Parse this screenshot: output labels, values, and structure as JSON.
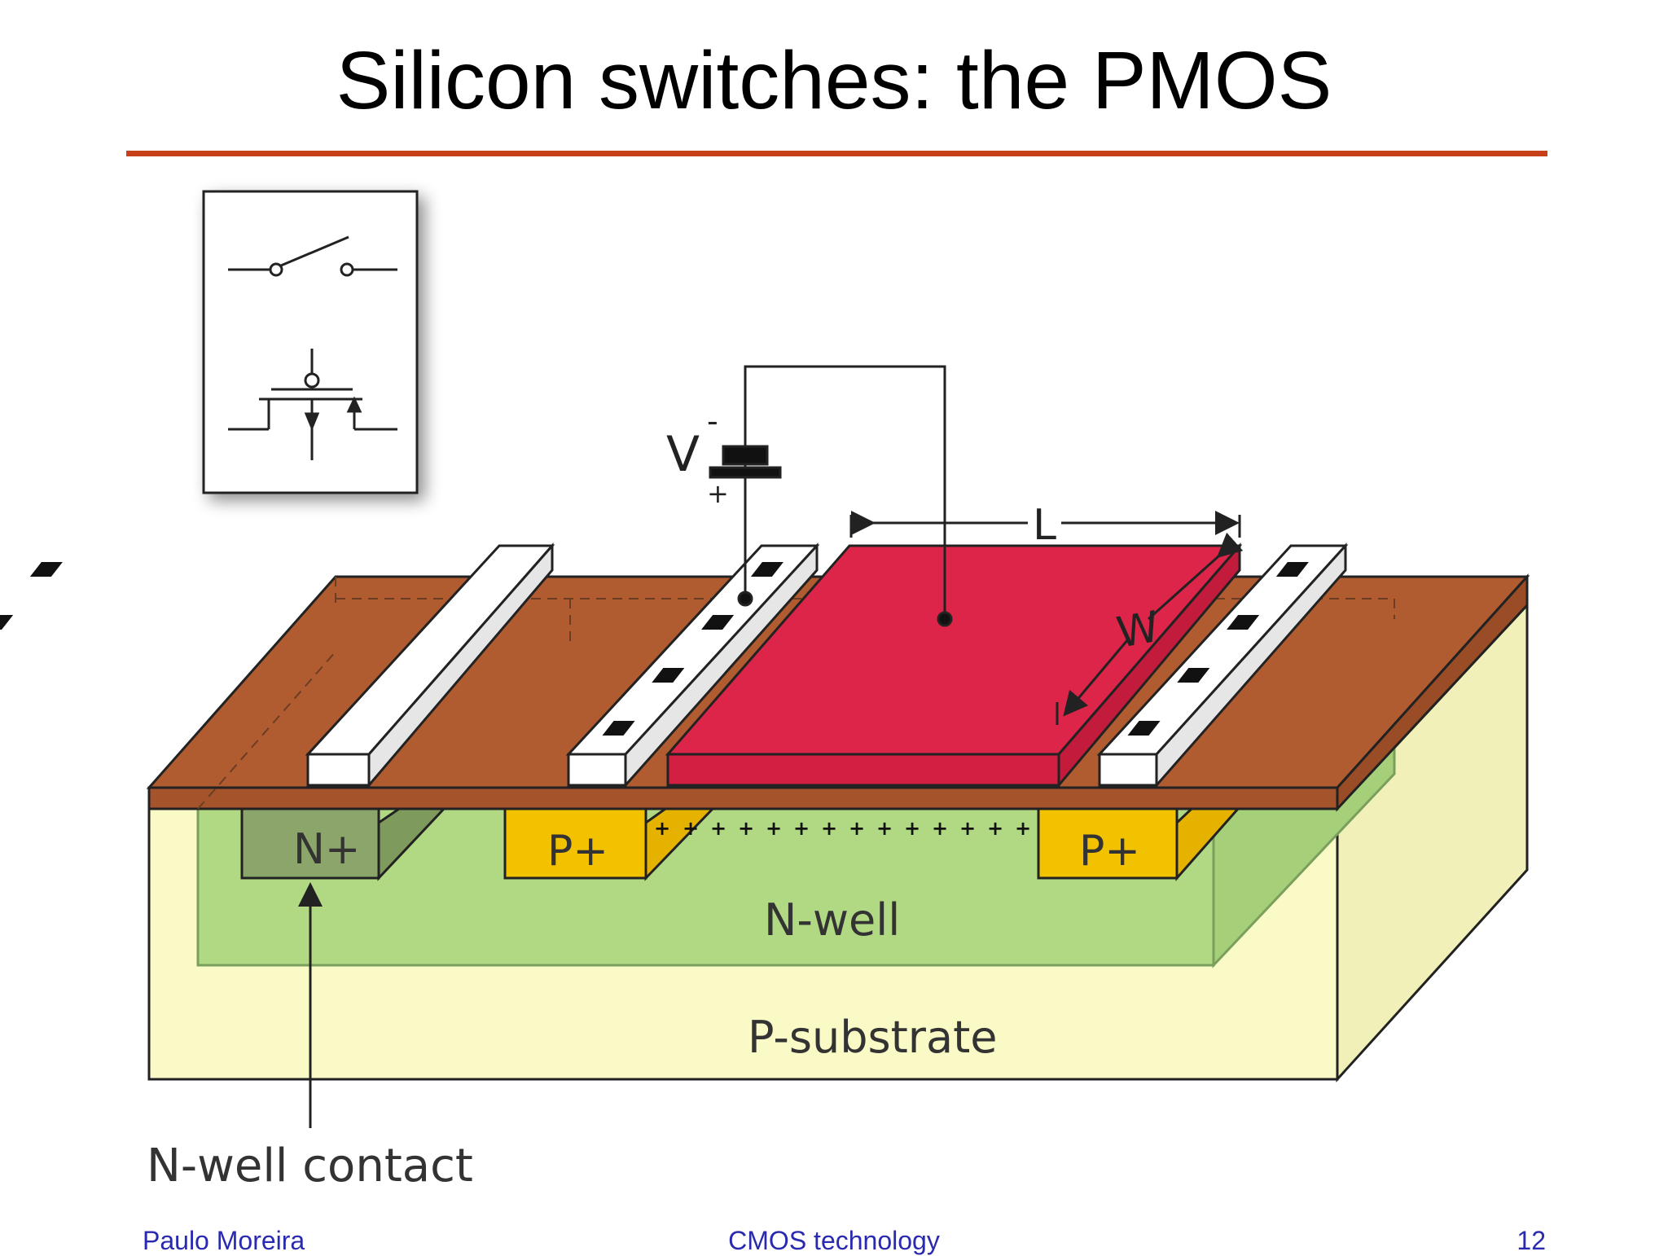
{
  "slide": {
    "title": "Silicon switches: the PMOS",
    "accent_color": "#c8401a"
  },
  "diagram": {
    "labels": {
      "n_plus": "N+",
      "p_plus_source": "P+",
      "p_plus_drain": "P+",
      "n_well": "N-well",
      "p_substrate": "P-substrate",
      "n_well_contact": "N-well contact",
      "voltage": "V",
      "minus": "-",
      "plus": "+",
      "length": "L",
      "width": "W"
    },
    "colors": {
      "oxide": "#b05c30",
      "gate": "#dc2548",
      "n_well": "#b1d983",
      "p_substrate": "#fafac6",
      "p_plus": "#f2c100",
      "n_plus": "#8ca56a"
    }
  },
  "footer": {
    "author": "Paulo Moreira",
    "topic": "CMOS technology",
    "page": "12"
  }
}
